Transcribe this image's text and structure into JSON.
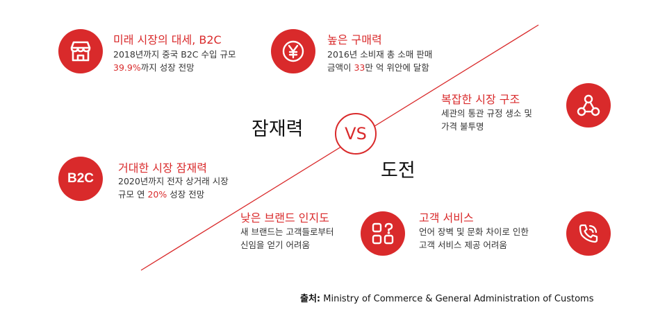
{
  "left_heading": "잠재력",
  "right_heading": "도전",
  "vs_label": "VS",
  "items": {
    "b2c_future": {
      "title": "미래 시장의 대세, B2C",
      "line1": "2018년까지 중국 B2C 수입 규모",
      "line2_highlight": "39.9%",
      "line2_rest": "까지 성장 전망"
    },
    "purchasing_power": {
      "title": "높은 구매력",
      "line1": "2016년 소비재 총 소매 판매",
      "line2_pre": "금액이 ",
      "line2_highlight": "33",
      "line2_rest": "만 억 위안에 달함"
    },
    "complex_market": {
      "title": "복잡한 시장 구조",
      "line1": "세관의 통관 규정 생소 및",
      "line2": "가격 불투명"
    },
    "huge_potential": {
      "title": "거대한 시장 잠재력",
      "icon_label": "B2C",
      "line1": "2020년까지 전자 상거래 시장",
      "line2_pre": "규모 연 ",
      "line2_highlight": "20%",
      "line2_rest": " 성장 전망"
    },
    "low_awareness": {
      "title": "낮은 브랜드 인지도",
      "line1": "새 브랜드는 고객들로부터",
      "line2": "신임을 얻기 어려움"
    },
    "customer_service": {
      "title": "고객 서비스",
      "line1": "언어 장벽 및 문화 차이로 인한",
      "line2": "고객 서비스 제공 어려움"
    }
  },
  "source": {
    "label": "출처:",
    "text": " Ministry of Commerce & General Administration of Customs"
  },
  "colors": {
    "accent": "#d92a2b",
    "text": "#333333"
  },
  "icons": [
    "store-icon",
    "yen-icon",
    "network-icon",
    "b2c-badge",
    "apps-question-icon",
    "phone-call-icon"
  ]
}
